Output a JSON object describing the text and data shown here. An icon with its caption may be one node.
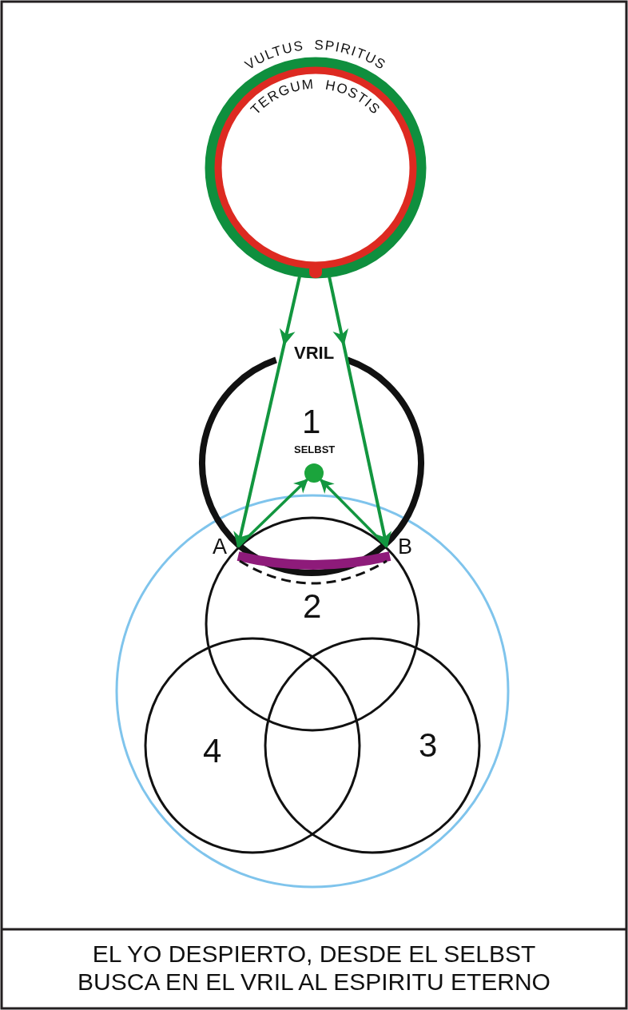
{
  "diagram": {
    "caption": "EL YO DESPIERTO, DESDE EL SELBST BUSCA EN EL VRIL AL ESPIRITU ETERNO",
    "nodes": [
      {
        "text": [
          "VULTUS SPIRITUS",
          "TERGUM HOSTIS"
        ]
      },
      {
        "text": [
          "VRIL",
          "1"
        ]
      },
      {
        "text": [],
        "shape": "circle",
        "beside": [
          "SELBST"
        ],
        "in": 1
      },
      {
        "text": [
          "A"
        ]
      },
      {
        "text": [
          "B"
        ]
      },
      {
        "text": [],
        "shape": "circle"
      },
      {
        "text": [
          "2"
        ],
        "in": 5
      },
      {
        "text": [
          "3"
        ],
        "in": 5
      },
      {
        "text": [
          "4"
        ],
        "in": 5
      }
    ],
    "edges": [
      {
        "from": 0,
        "to": 3,
        "arrow": "to"
      },
      {
        "from": 0,
        "to": 4,
        "arrow": "to"
      },
      {
        "from": 3,
        "to": 2,
        "arrow": "to"
      },
      {
        "from": 4,
        "to": 2,
        "arrow": "to"
      }
    ]
  }
}
